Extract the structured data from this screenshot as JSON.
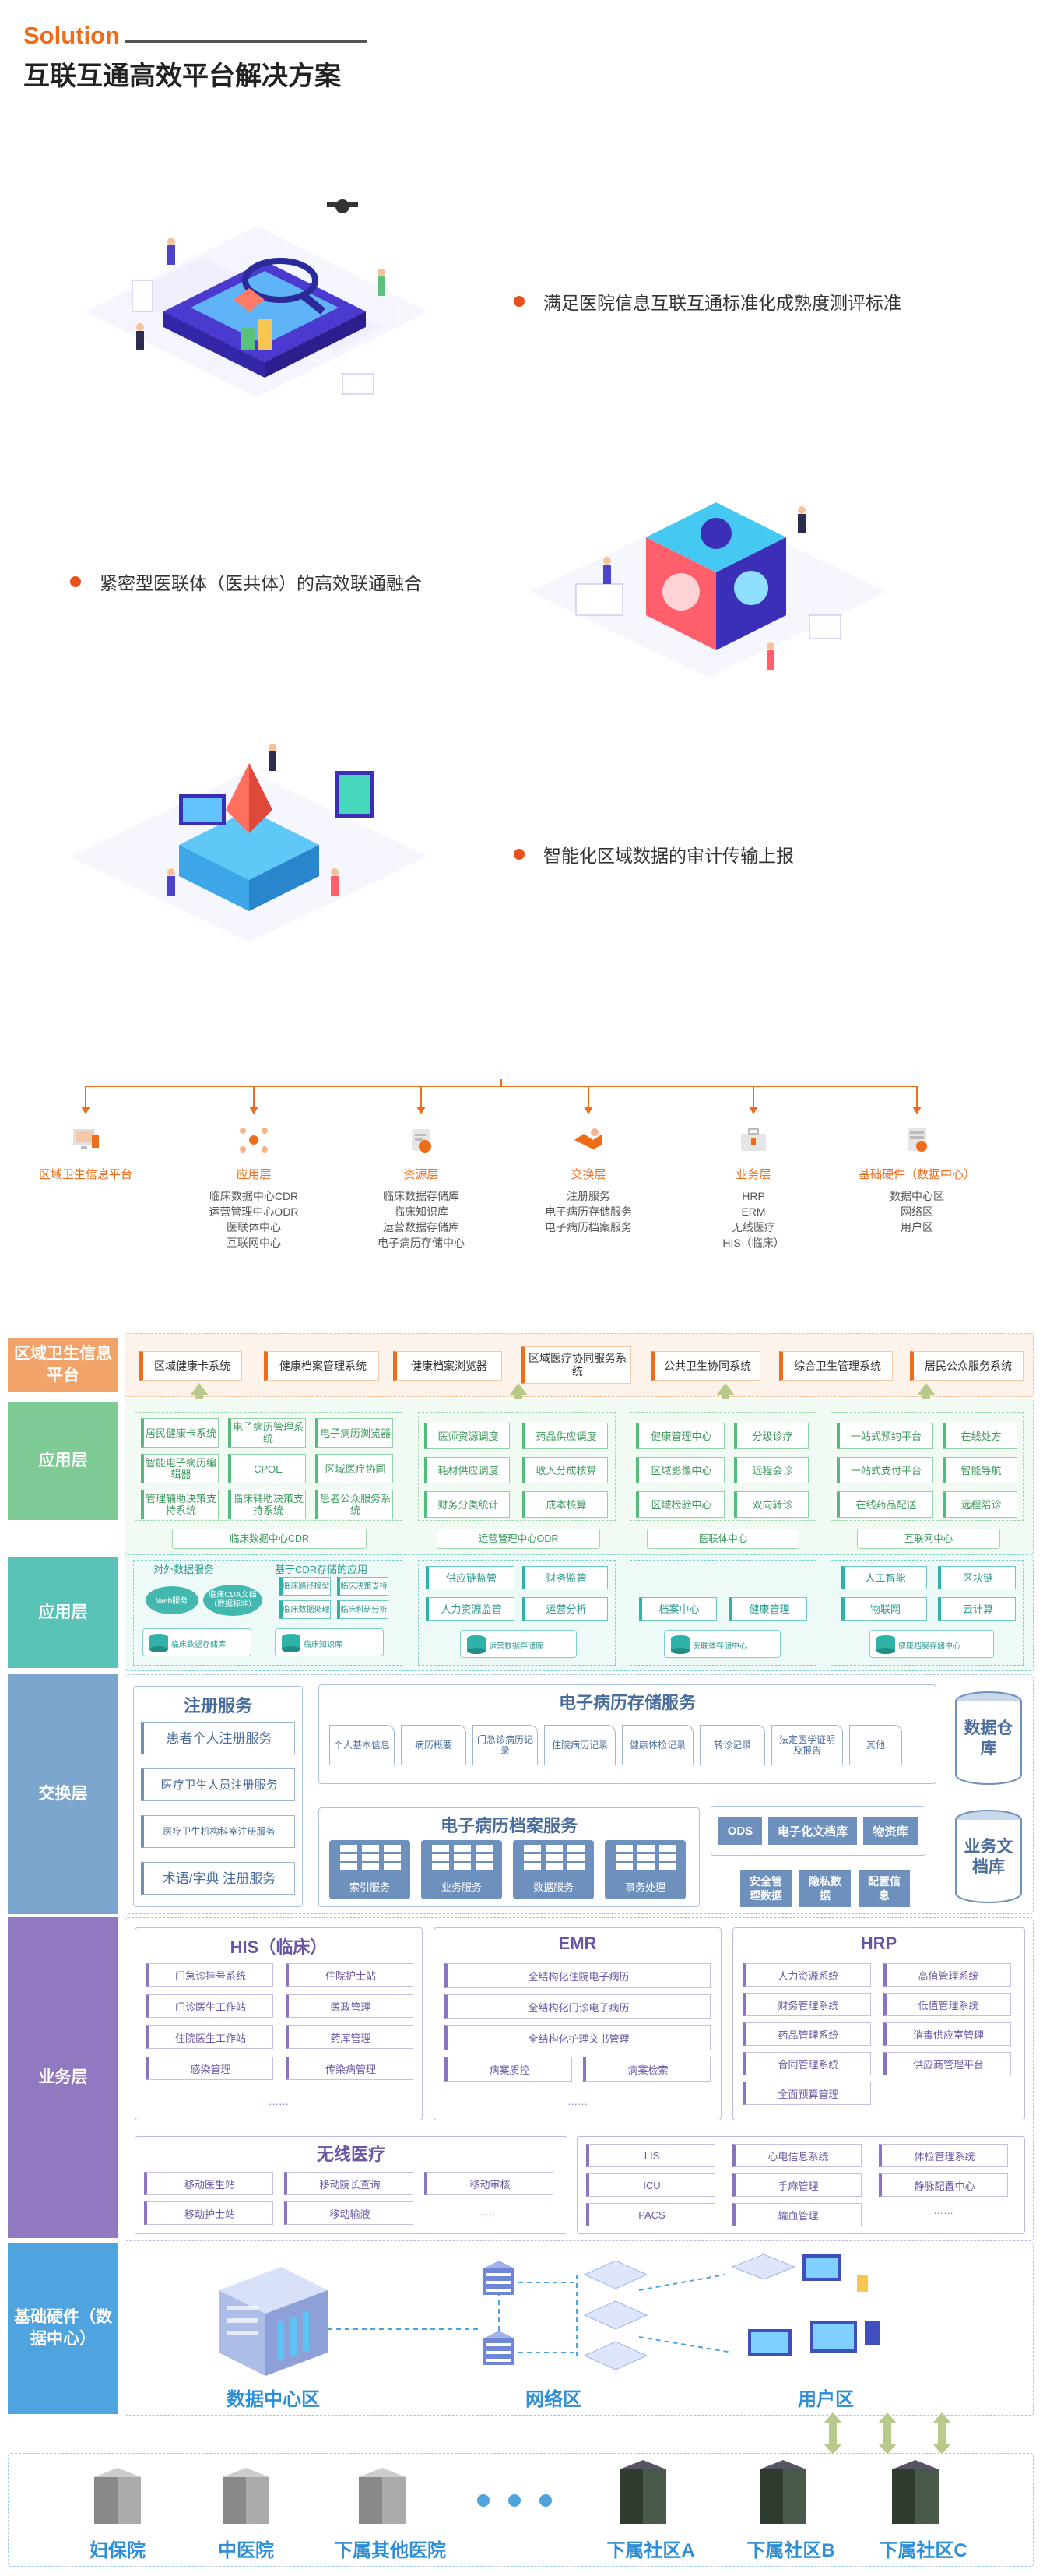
{
  "header": {
    "en": "Solution",
    "cn": "互联互通高效平台解决方案"
  },
  "bullets": [
    "满足医院信息互联互通标准化成熟度测评标准",
    "紧密型医联体（医共体）的高效联通融合",
    "智能化区域数据的审计传输上报"
  ],
  "overview": [
    {
      "title": "区域卫生信息平台",
      "icon": "monitor-icon",
      "items": []
    },
    {
      "title": "应用层",
      "icon": "network-icon",
      "items": [
        "临床数据中心CDR",
        "运营管理中心ODR",
        "医联体中心",
        "互联网中心"
      ]
    },
    {
      "title": "资源层",
      "icon": "database-icon",
      "items": [
        "临床数据存储库",
        "临床知识库",
        "运营数据存储库",
        "电子病历存储中心"
      ]
    },
    {
      "title": "交换层",
      "icon": "handshake-icon",
      "items": [
        "注册服务",
        "电子病历存储服务",
        "电子病历档案服务"
      ]
    },
    {
      "title": "业务层",
      "icon": "briefcase-icon",
      "items": [
        "HRP",
        "ERM",
        "无线医疗",
        "HIS（临床）"
      ]
    },
    {
      "title": "基础硬件（数据中心）",
      "icon": "server-icon",
      "items": [
        "数据中心区",
        "网络区",
        "用户区"
      ]
    }
  ],
  "layers": {
    "regional": "区域卫生信息平台",
    "app": "应用层",
    "app2": "应用层",
    "exchange": "交换层",
    "business": "业务层",
    "hardware": "基础硬件（数据中心）"
  },
  "regional_systems": [
    "区域健康卡系统",
    "健康档案管理系统",
    "健康档案浏览器",
    "区域医疗协同服务系统",
    "公共卫生协同系统",
    "综合卫生管理系统",
    "居民公众服务系统"
  ],
  "app_layer": {
    "cdr": {
      "items": [
        "居民健康卡系统",
        "电子病历管理系统",
        "电子病历浏览器",
        "智能电子病历编辑器",
        "CPOE",
        "区域医疗协同",
        "管理辅助决策支持系统",
        "临床辅助决策支持系统",
        "患者公众服务系统"
      ],
      "label": "临床数据中心CDR"
    },
    "odr": {
      "items": [
        "医师资源调度",
        "药品供应调度",
        "耗材供应调度",
        "收入分成核算",
        "财务分类统计",
        "成本核算"
      ],
      "label": "运营管理中心ODR"
    },
    "ylt": {
      "items": [
        "健康管理中心",
        "分级诊疗",
        "区域影像中心",
        "远程会诊",
        "区域检验中心",
        "双向转诊"
      ],
      "label": "医联体中心"
    },
    "hlw": {
      "items": [
        "一站式预约平台",
        "在线处方",
        "一站式支付平台",
        "智能导航",
        "在线药品配送",
        "远程陪诊"
      ],
      "label": "互联网中心"
    }
  },
  "resource_layer": {
    "col1": {
      "title1": "对外数据服务",
      "title2": "基于CDR存储的应用",
      "clouds": [
        "Web服务",
        "临床CDA文档（数据标准）"
      ],
      "mini": [
        "临床路径模型",
        "临床决策支持",
        "临床数据处理",
        "临床科研分析"
      ],
      "dbs": [
        "临床数据存储库",
        "临床知识库"
      ]
    },
    "col2": {
      "items": [
        "供应链监管",
        "财务监管",
        "人力资源监管",
        "运营分析"
      ],
      "db": "运营数据存储库"
    },
    "col3": {
      "items": [
        "档案中心",
        "健康管理"
      ],
      "db": "医联体存储中心"
    },
    "col4": {
      "items": [
        "人工智能",
        "区块链",
        "物联网",
        "云计算"
      ],
      "db": "健康档案存储中心"
    }
  },
  "exchange_layer": {
    "reg_title": "注册服务",
    "reg_items": [
      "患者个人注册服务",
      "医疗卫生人员注册服务",
      "医疗卫生机构科室注册服务",
      "术语/字典 注册服务"
    ],
    "store_title": "电子病历存储服务",
    "store_docs": [
      "个人基本信息",
      "病历概要",
      "门急诊病历记录",
      "住院病历记录",
      "健康体检记录",
      "转诊记录",
      "法定医学证明及报告",
      "其他"
    ],
    "arch_title": "电子病历档案服务",
    "arch_items": [
      "索引服务",
      "业务服务",
      "数据服务",
      "事务处理"
    ],
    "side_items": [
      "ODS",
      "电子化文档库",
      "物资库"
    ],
    "sec_items": [
      "安全管理数据",
      "隐私数据",
      "配置信息"
    ],
    "db1": "数据仓库",
    "db2": "业务文档库"
  },
  "business_layer": {
    "his_title": "HIS（临床）",
    "his_items": [
      "门急诊挂号系统",
      "住院护士站",
      "门诊医生工作站",
      "医政管理",
      "住院医生工作站",
      "药库管理",
      "感染管理",
      "传染病管理"
    ],
    "emr_title": "EMR",
    "emr_items": [
      "全结构化住院电子病历",
      "全结构化门诊电子病历",
      "全结构化护理文书管理",
      "病案质控",
      "病案检索"
    ],
    "hrp_title": "HRP",
    "hrp_items": [
      "人力资源系统",
      "高值管理系统",
      "财务管理系统",
      "低值管理系统",
      "药品管理系统",
      "消毒供应室管理",
      "合同管理系统",
      "供应商管理平台",
      "全面预算管理"
    ],
    "wifi_title": "无线医疗",
    "wifi_items": [
      "移动医生站",
      "移动院长查询",
      "移动审核",
      "移动护士站",
      "移动输液"
    ],
    "lab_items": [
      "LIS",
      "心电信息系统",
      "体检管理系统",
      "ICU",
      "手麻管理",
      "静脉配置中心",
      "PACS",
      "输血管理"
    ],
    "ellipsis": "……"
  },
  "hardware_layer": {
    "zones": [
      "数据中心区",
      "网络区",
      "用户区"
    ]
  },
  "sites": [
    "妇保院",
    "中医院",
    "下属其他医院",
    "下属社区A",
    "下属社区B",
    "下属社区C"
  ],
  "colors": {
    "orange": "#ee6d1b",
    "regional": "#f2a36a",
    "app": "#7fcb95",
    "app2": "#58c3b6",
    "exchange": "#7da6cf",
    "business": "#9179c2",
    "hardware": "#4fa3de"
  }
}
